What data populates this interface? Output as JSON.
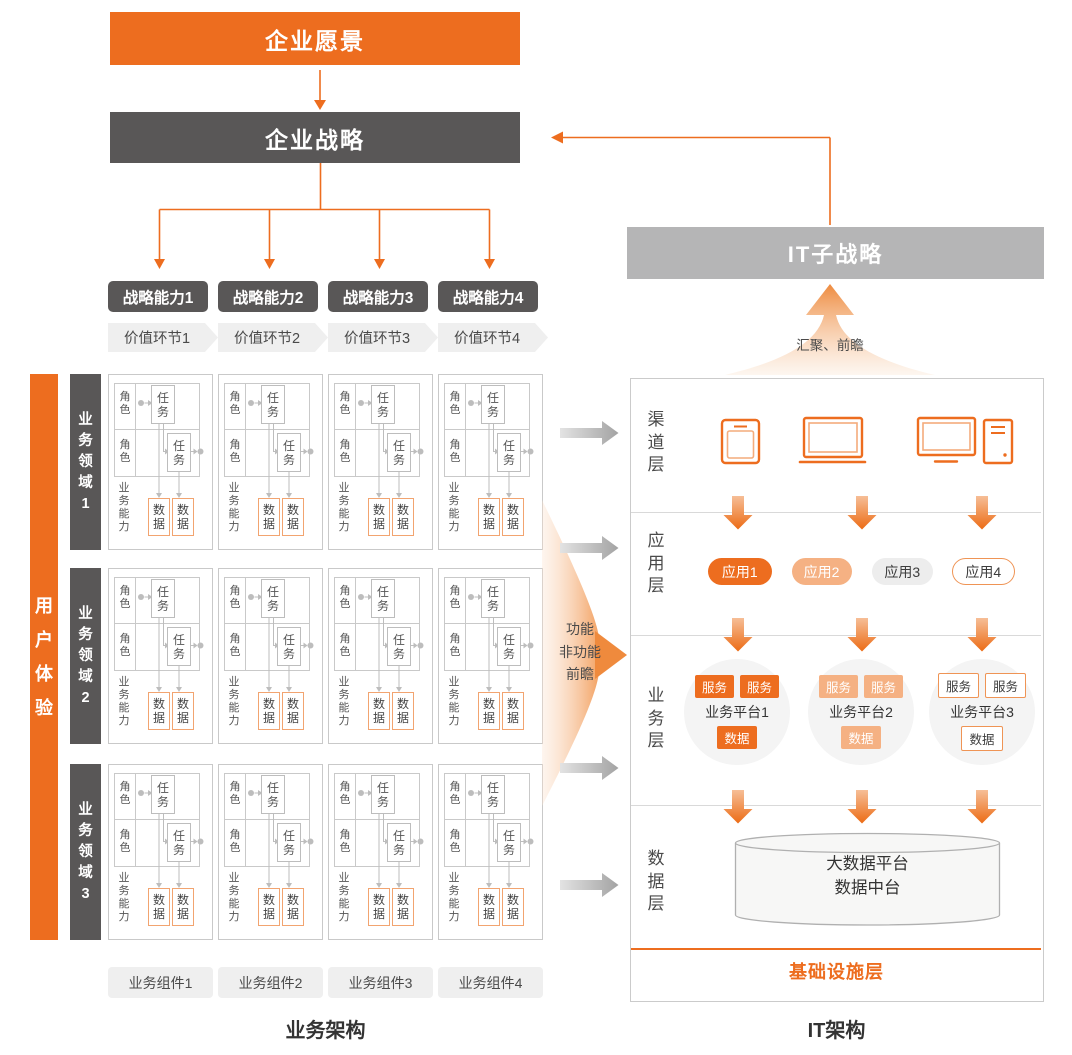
{
  "colors": {
    "orange": "#ED6D1F",
    "orange_light": "#F5B183",
    "orange_pale_border": "#F2A470",
    "dark_gray": "#595757",
    "mid_gray": "#B5B5B6",
    "light_gray": "#EFEFEF",
    "border_gray": "#C9C9C9",
    "arrow_gray": "#B9B9B9"
  },
  "top": {
    "vision": "企业愿景",
    "strategy": "企业战略",
    "capabilities": [
      "战略能力1",
      "战略能力2",
      "战略能力3",
      "战略能力4"
    ],
    "value_links": [
      "价值环节1",
      "价值环节2",
      "价值环节3",
      "价值环节4"
    ]
  },
  "business": {
    "ux_bar": "用户体验",
    "domains": [
      "业务领域1",
      "业务领域2",
      "业务领域3"
    ],
    "cell": {
      "role": "角色",
      "task": "任务",
      "capability": "业务能力",
      "data": "数据"
    },
    "components": [
      "业务组件1",
      "业务组件2",
      "业务组件3",
      "业务组件4"
    ],
    "caption": "业务架构"
  },
  "bridge": {
    "funnel_lines": [
      "功能",
      "非功能",
      "前瞻"
    ],
    "converge_label": "汇聚、前瞻"
  },
  "it": {
    "sub_strategy": "IT子战略",
    "caption": "IT架构",
    "layers": [
      "渠道层",
      "应用层",
      "业务层",
      "数据层"
    ],
    "infrastructure": "基础设施层",
    "devices": [
      "tablet",
      "laptop",
      "monitor",
      "tower"
    ],
    "apps": [
      {
        "label": "应用1",
        "style": "solid"
      },
      {
        "label": "应用2",
        "style": "light"
      },
      {
        "label": "应用3",
        "style": "gray"
      },
      {
        "label": "应用4",
        "style": "outline"
      }
    ],
    "platforms": [
      {
        "name": "业务平台1",
        "service_label": "服务",
        "data_label": "数据",
        "style": "solid"
      },
      {
        "name": "业务平台2",
        "service_label": "服务",
        "data_label": "数据",
        "style": "light"
      },
      {
        "name": "业务平台3",
        "service_label": "服务",
        "data_label": "数据",
        "style": "outline"
      }
    ],
    "database_lines": [
      "大数据平台",
      "数据中台"
    ]
  }
}
